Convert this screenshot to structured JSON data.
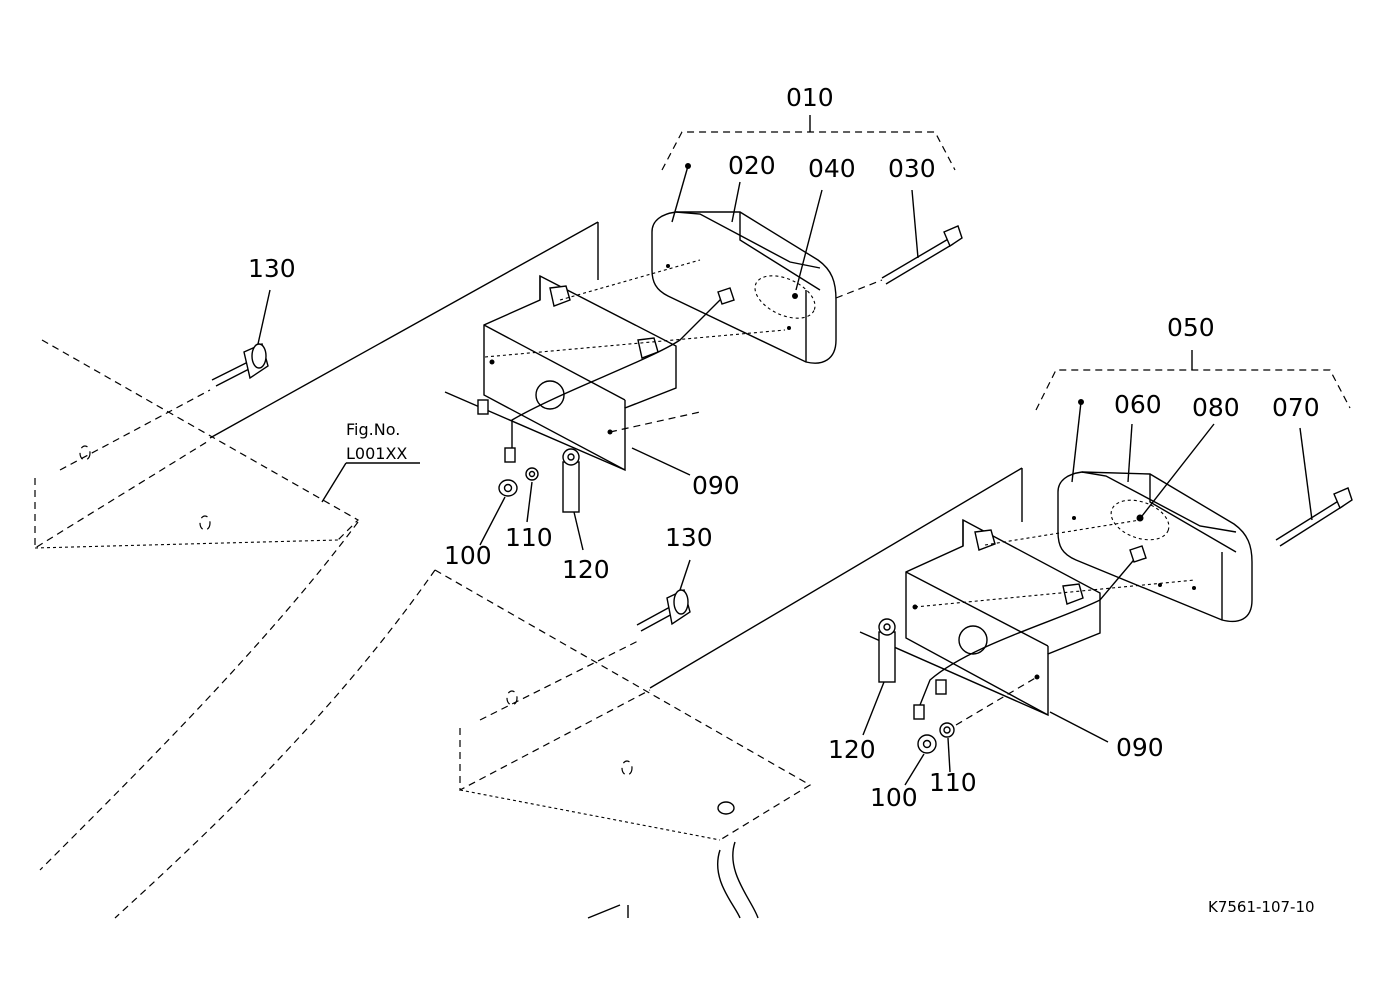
{
  "labels": {
    "p010": "010",
    "p020": "020",
    "p030": "030",
    "p040": "040",
    "p050": "050",
    "p060": "060",
    "p070": "070",
    "p080": "080",
    "p090_upper": "090",
    "p090_lower": "090",
    "p100_upper": "100",
    "p100_lower": "100",
    "p110_upper": "110",
    "p110_lower": "110",
    "p120_upper": "120",
    "p120_lower": "120",
    "p130_upper": "130",
    "p130_lower": "130"
  },
  "figure_ref": {
    "line1": "Fig.No.",
    "line2": "L001XX"
  },
  "drawing_code": "K7561-107-10"
}
